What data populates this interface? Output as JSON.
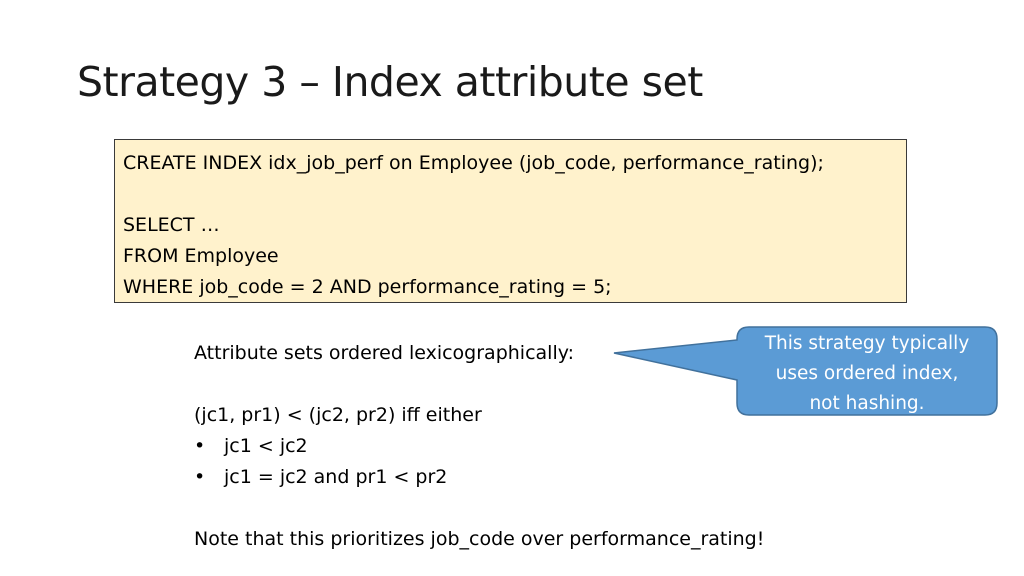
{
  "slide": {
    "title": "Strategy 3 – Index attribute set"
  },
  "code": {
    "lines": [
      "CREATE INDEX idx_job_perf on Employee (job_code, performance_rating);",
      "",
      "SELECT …",
      "FROM Employee",
      "WHERE job_code = 2 AND performance_rating = 5;"
    ]
  },
  "body": {
    "intro": "Attribute sets ordered lexicographically:",
    "condition": "(jc1, pr1) < (jc2, pr2) iff either",
    "bullets": [
      "jc1 < jc2",
      "jc1 = jc2 and pr1 < pr2"
    ],
    "note": "Note that this prioritizes job_code over performance_rating!"
  },
  "callout": {
    "lines": [
      "This strategy typically",
      "uses ordered index,",
      "not hashing."
    ],
    "fill": "#5b9bd5",
    "border": "#41719c"
  },
  "colors": {
    "code_background": "#fff2cc",
    "code_border": "#3a3a3a"
  },
  "icons": {
    "bullet": "•"
  }
}
